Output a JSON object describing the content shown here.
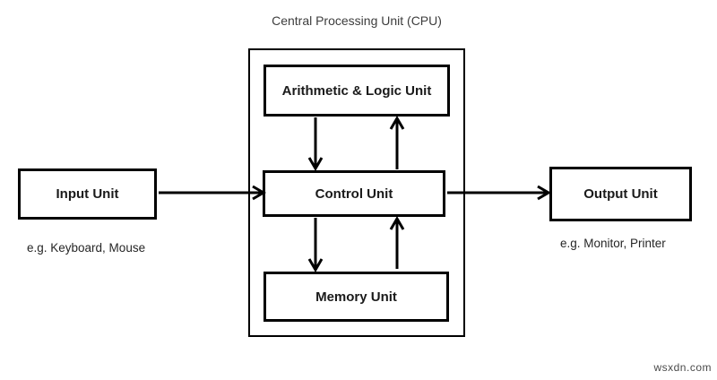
{
  "title": "Central Processing Unit (CPU)",
  "cpu": {
    "alu_label": "Arithmetic & Logic Unit",
    "control_label": "Control Unit",
    "memory_label": "Memory Unit"
  },
  "input": {
    "label": "Input Unit",
    "caption": "e.g. Keyboard, Mouse"
  },
  "output": {
    "label": "Output Unit",
    "caption": "e.g. Monitor, Printer"
  },
  "watermark": "wsxdn.com",
  "colors": {
    "line": "#000000",
    "box_text": "#1a1a1a",
    "title_text": "#3d3d3d",
    "watermark_text": "#4a4a4a",
    "background": "#ffffff"
  }
}
